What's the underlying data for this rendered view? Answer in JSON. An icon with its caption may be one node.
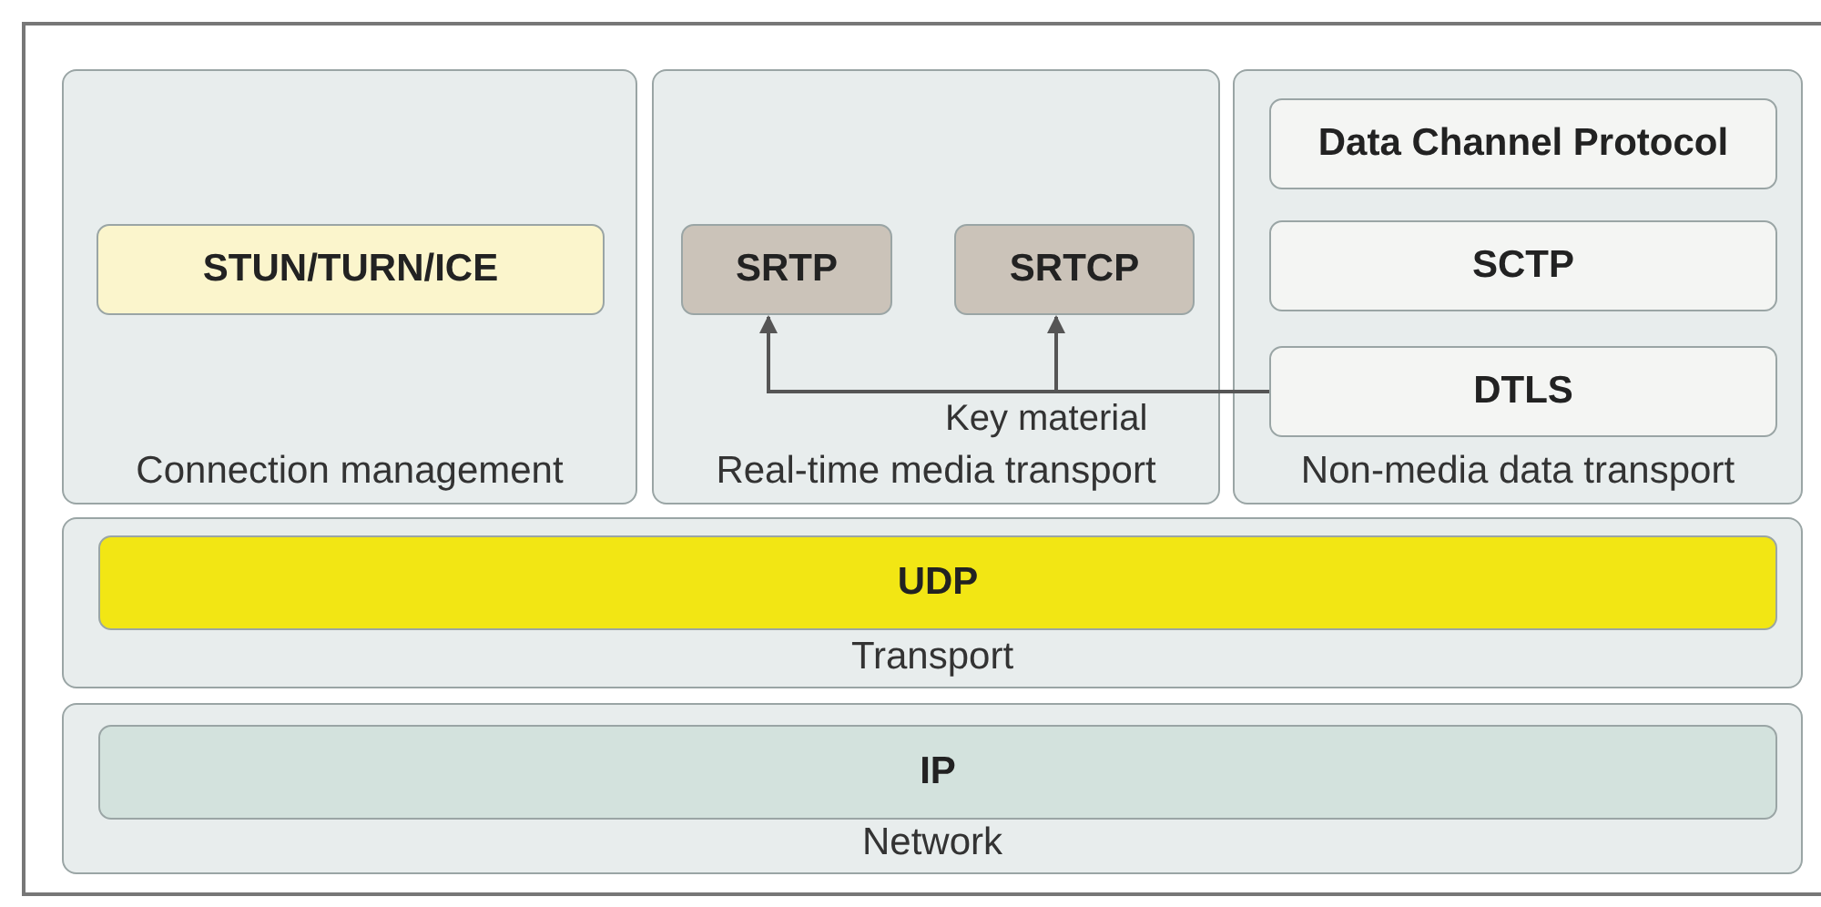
{
  "diagram": {
    "nodes": [
      {
        "text": [
          "Connection management"
        ]
      },
      {
        "text": [
          "STUN/TURN/ICE"
        ],
        "in": 0
      },
      {
        "text": [
          "Real-time media transport"
        ]
      },
      {
        "text": [
          "SRTP"
        ],
        "in": 2
      },
      {
        "text": [
          "SRTCP"
        ],
        "in": 2
      },
      {
        "text": [
          "Non-media data transport"
        ]
      },
      {
        "text": [
          "Data Channel Protocol"
        ],
        "in": 5
      },
      {
        "text": [
          "SCTP"
        ],
        "in": 5
      },
      {
        "text": [
          "DTLS"
        ],
        "in": 5
      },
      {
        "text": [
          "Transport"
        ]
      },
      {
        "text": [
          "UDP"
        ],
        "in": 9
      },
      {
        "text": [
          "Network"
        ]
      },
      {
        "text": [
          "IP"
        ],
        "in": 11
      }
    ],
    "edges": [
      {
        "from": 8,
        "to": 3,
        "arrow": "to",
        "label": "Key material"
      },
      {
        "from": 8,
        "to": 4,
        "arrow": "to"
      }
    ]
  }
}
